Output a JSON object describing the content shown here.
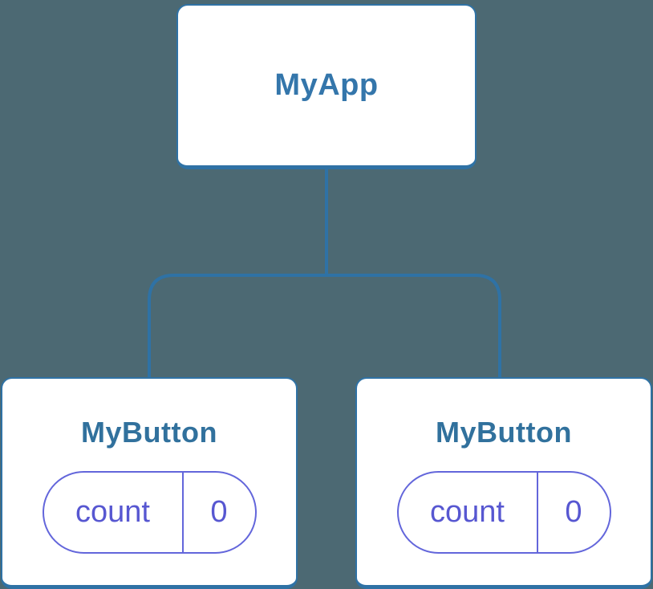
{
  "tree": {
    "root": {
      "label": "MyApp"
    },
    "children": [
      {
        "label": "MyButton",
        "state": {
          "key": "count",
          "value": "0"
        }
      },
      {
        "label": "MyButton",
        "state": {
          "key": "count",
          "value": "0"
        }
      }
    ]
  },
  "colors": {
    "background": "#4C6973",
    "card_fill": "#FFFFFF",
    "card_border": "#2F72A5",
    "connector_line": "#2F72A5",
    "root_label_text": "#3476AB",
    "child_label_text": "#31719D",
    "state_pill_border": "#6366DB",
    "state_pill_text": "#5757D1"
  }
}
